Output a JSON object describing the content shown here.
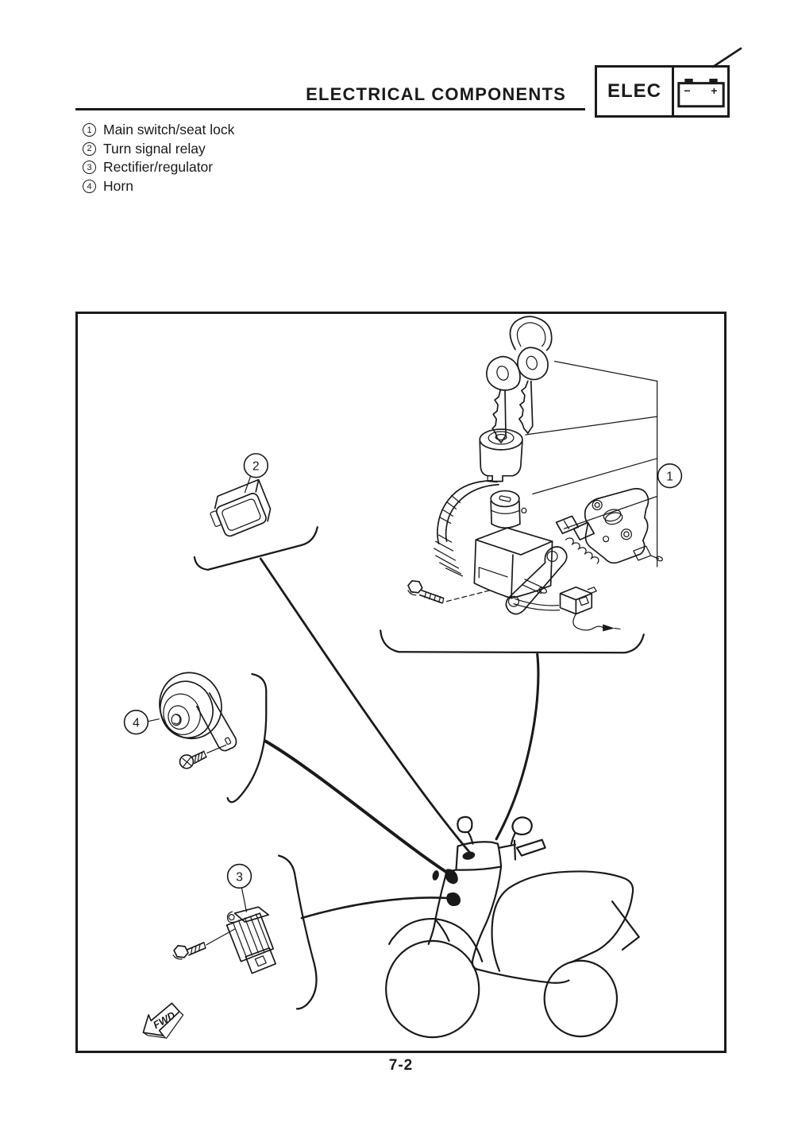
{
  "page": {
    "title": "ELECTRICAL COMPONENTS",
    "number": "7-2"
  },
  "badge": {
    "label": "ELEC",
    "battery_minus": "−",
    "battery_plus": "+"
  },
  "legend": {
    "items": [
      {
        "number": "1",
        "label": "Main switch/seat lock"
      },
      {
        "number": "2",
        "label": "Turn signal relay"
      },
      {
        "number": "3",
        "label": "Rectifier/regulator"
      },
      {
        "number": "4",
        "label": "Horn"
      }
    ]
  },
  "figure": {
    "callouts": [
      {
        "number": "1",
        "label": "Main switch/seat lock"
      },
      {
        "number": "2",
        "label": "Turn signal relay"
      },
      {
        "number": "3",
        "label": "Rectifier/regulator"
      },
      {
        "number": "4",
        "label": "Horn"
      }
    ],
    "fwd_label": "FWD"
  },
  "colors": {
    "ink": "#1a1a1a",
    "paper": "#ffffff"
  },
  "icons": {
    "badge": "battery-icon",
    "figure_direction": "fwd-arrow-icon"
  }
}
